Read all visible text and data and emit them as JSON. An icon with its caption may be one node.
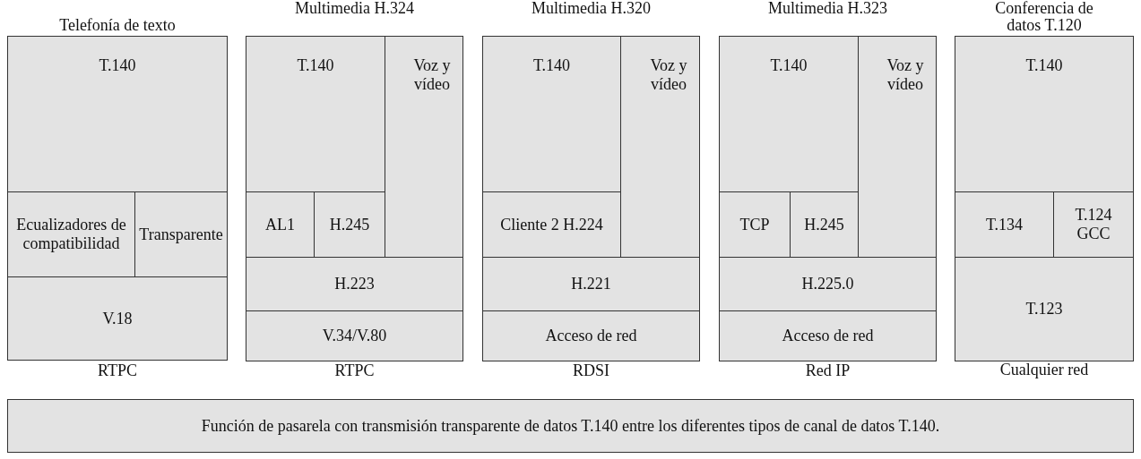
{
  "diagram": {
    "nodes": [
      {
        "text": [
          "T.140"
        ]
      },
      {
        "text": [
          "Ecualizadores de compatibilidad"
        ]
      },
      {
        "text": [
          "Transparente"
        ]
      },
      {
        "text": [
          "V.18"
        ]
      },
      {
        "text": [
          "T.140"
        ]
      },
      {
        "text": [
          "Voz y vídeo"
        ]
      },
      {
        "text": [
          "AL1"
        ]
      },
      {
        "text": [
          "H.245"
        ]
      },
      {
        "text": [
          "H.223"
        ]
      },
      {
        "text": [
          "V.34/V.80"
        ]
      },
      {
        "text": [
          "T.140"
        ]
      },
      {
        "text": [
          "Voz y vídeo"
        ]
      },
      {
        "text": [
          "Cliente 2 H.224"
        ]
      },
      {
        "text": [
          "H.221"
        ]
      },
      {
        "text": [
          "Acceso de red"
        ]
      },
      {
        "text": [
          "T.140"
        ]
      },
      {
        "text": [
          "Voz y vídeo"
        ]
      },
      {
        "text": [
          "TCP"
        ]
      },
      {
        "text": [
          "H.245"
        ]
      },
      {
        "text": [
          "H.225.0"
        ]
      },
      {
        "text": [
          "Acceso de red"
        ]
      },
      {
        "text": [
          "T.140"
        ]
      },
      {
        "text": [
          "T.134"
        ]
      },
      {
        "text": [
          "T.124 GCC"
        ]
      },
      {
        "text": [
          "T.123"
        ]
      },
      {
        "text": [
          "Función de pasarela con transmisión transparente de datos T.140 entre los diferentes tipos de canal de datos T.140."
        ]
      }
    ],
    "edges": [],
    "labels": [
      "Telefonía de texto",
      "Multimedia H.324",
      "Multimedia H.320",
      "Multimedia H.323",
      "Conferencia de datos T.120",
      "RTPC",
      "RTPC",
      "RDSI",
      "Red IP",
      "Cualquier red"
    ]
  }
}
